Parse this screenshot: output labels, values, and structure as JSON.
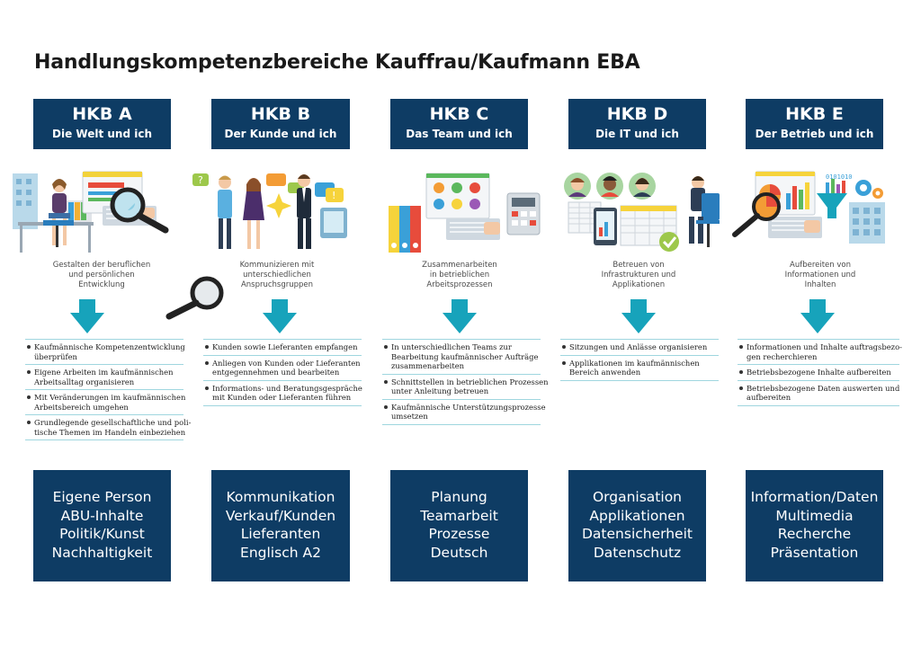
{
  "title": "Handlungskompetenzbereiche Kauffrau/Kaufmann EBA",
  "colors": {
    "navy": "#0e3c64",
    "teal": "#17a3bb",
    "list_rule": "#9fd6df"
  },
  "columns": [
    {
      "code": "HKB A",
      "subtitle": "Die Welt und ich",
      "caption": [
        "Gestalten der beruflichen",
        "und persönlichen",
        "Entwicklung"
      ],
      "items": [
        [
          "Kaufmännische Kompetenzentwicklung",
          "überprüfen"
        ],
        [
          "Eigene Arbeiten im kaufmännischen",
          "Arbeitsalltag organisieren"
        ],
        [
          "Mit Veränderungen im kaufmännischen",
          "Arbeitsbereich umgehen"
        ],
        [
          "Grundlegende gesellschaftliche und poli-",
          "tische Themen im Handeln einbeziehen"
        ]
      ],
      "bottom": [
        "Eigene Person",
        "ABU-Inhalte",
        "Politik/Kunst",
        "Nachhaltigkeit"
      ]
    },
    {
      "code": "HKB B",
      "subtitle": "Der Kunde und ich",
      "caption": [
        "Kommunizieren mit",
        "unterschiedlichen",
        "Anspruchsgruppen"
      ],
      "items": [
        [
          "Kunden sowie Lieferanten empfangen"
        ],
        [
          "Anliegen von Kunden oder Lieferanten",
          "entgegennehmen und bearbeiten"
        ],
        [
          "Informations- und Beratungsgespräche",
          "mit Kunden oder Lieferanten führen"
        ]
      ],
      "bottom": [
        "Kommunikation",
        "Verkauf/Kunden",
        "Lieferanten",
        "Englisch A2"
      ]
    },
    {
      "code": "HKB C",
      "subtitle": "Das Team und ich",
      "caption": [
        "Zusammenarbeiten",
        "in betrieblichen",
        "Arbeitsprozessen"
      ],
      "items": [
        [
          "In unterschiedlichen Teams zur",
          "Bearbeitung kaufmännischer Aufträge",
          "zusammenarbeiten"
        ],
        [
          "Schnittstellen in betrieblichen Prozessen",
          "unter Anleitung betreuen"
        ],
        [
          "Kaufmännische Unterstützungsprozesse",
          "umsetzen"
        ]
      ],
      "bottom": [
        "Planung",
        "Teamarbeit",
        "Prozesse",
        "Deutsch"
      ]
    },
    {
      "code": "HKB D",
      "subtitle": "Die IT und ich",
      "caption": [
        "Betreuen von",
        "Infrastrukturen und",
        "Applikationen"
      ],
      "items": [
        [
          "Sitzungen und Anlässe organisieren"
        ],
        [
          "Applikationen im kaufmännischen",
          "Bereich anwenden"
        ]
      ],
      "bottom": [
        "Organisation",
        "Applikationen",
        "Datensicherheit",
        "Datenschutz"
      ]
    },
    {
      "code": "HKB E",
      "subtitle": "Der Betrieb und ich",
      "caption": [
        "Aufbereiten von",
        "Informationen und",
        "Inhalten"
      ],
      "items": [
        [
          "Informationen und Inhalte auftragsbezo-",
          "gen recherchieren"
        ],
        [
          "Betriebsbezogene Inhalte aufbereiten"
        ],
        [
          "Betriebsbezogene Daten auswerten und",
          "aufbereiten"
        ]
      ],
      "bottom": [
        "Information/Daten",
        "Multimedia",
        "Recherche",
        "Präsentation"
      ]
    }
  ]
}
